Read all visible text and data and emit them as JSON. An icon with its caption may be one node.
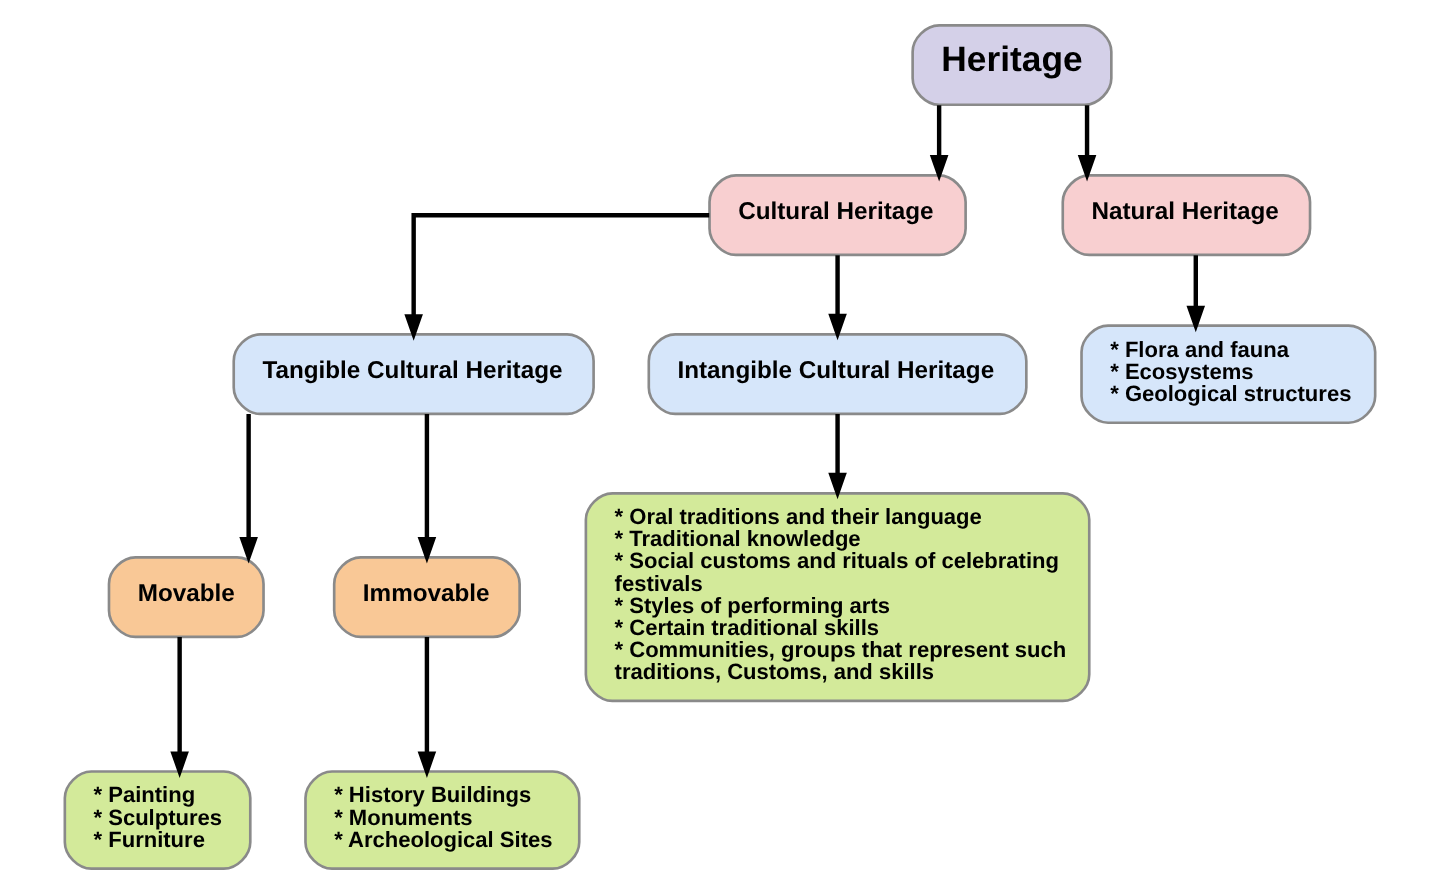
{
  "diagram": {
    "nodes": [
      {
        "text": [
          "Heritage"
        ]
      },
      {
        "text": [
          "Cultural Heritage"
        ]
      },
      {
        "text": [
          "Natural Heritage"
        ]
      },
      {
        "text": [
          "Tangible Cultural Heritage"
        ]
      },
      {
        "text": [
          "Intangible Cultural Heritage"
        ]
      },
      {
        "text": [
          "* Flora and fauna",
          "* Ecosystems",
          "* Geological structures"
        ]
      },
      {
        "text": [
          "Movable"
        ]
      },
      {
        "text": [
          "Immovable"
        ]
      },
      {
        "text": [
          "* Oral traditions and their language",
          "* Traditional knowledge",
          "* Social customs and rituals of celebrating festivals",
          "* Styles of performing arts",
          "* Certain traditional skills",
          "* Communities, groups that represent such traditions, Customs, and skills"
        ]
      },
      {
        "text": [
          "* Painting",
          "* Sculptures",
          "* Furniture"
        ]
      },
      {
        "text": [
          "* History Buildings",
          "* Monuments",
          "* Archeological Sites"
        ]
      }
    ],
    "edges": [
      {
        "from": 0,
        "to": 1,
        "arrow": "to"
      },
      {
        "from": 0,
        "to": 2,
        "arrow": "to"
      },
      {
        "from": 1,
        "to": 3,
        "arrow": "to"
      },
      {
        "from": 1,
        "to": 4,
        "arrow": "to"
      },
      {
        "from": 2,
        "to": 5,
        "arrow": "to"
      },
      {
        "from": 3,
        "to": 6,
        "arrow": "to"
      },
      {
        "from": 3,
        "to": 7,
        "arrow": "to"
      },
      {
        "from": 4,
        "to": 8,
        "arrow": "to"
      },
      {
        "from": 6,
        "to": 9,
        "arrow": "to"
      },
      {
        "from": 7,
        "to": 10,
        "arrow": "to"
      }
    ]
  }
}
